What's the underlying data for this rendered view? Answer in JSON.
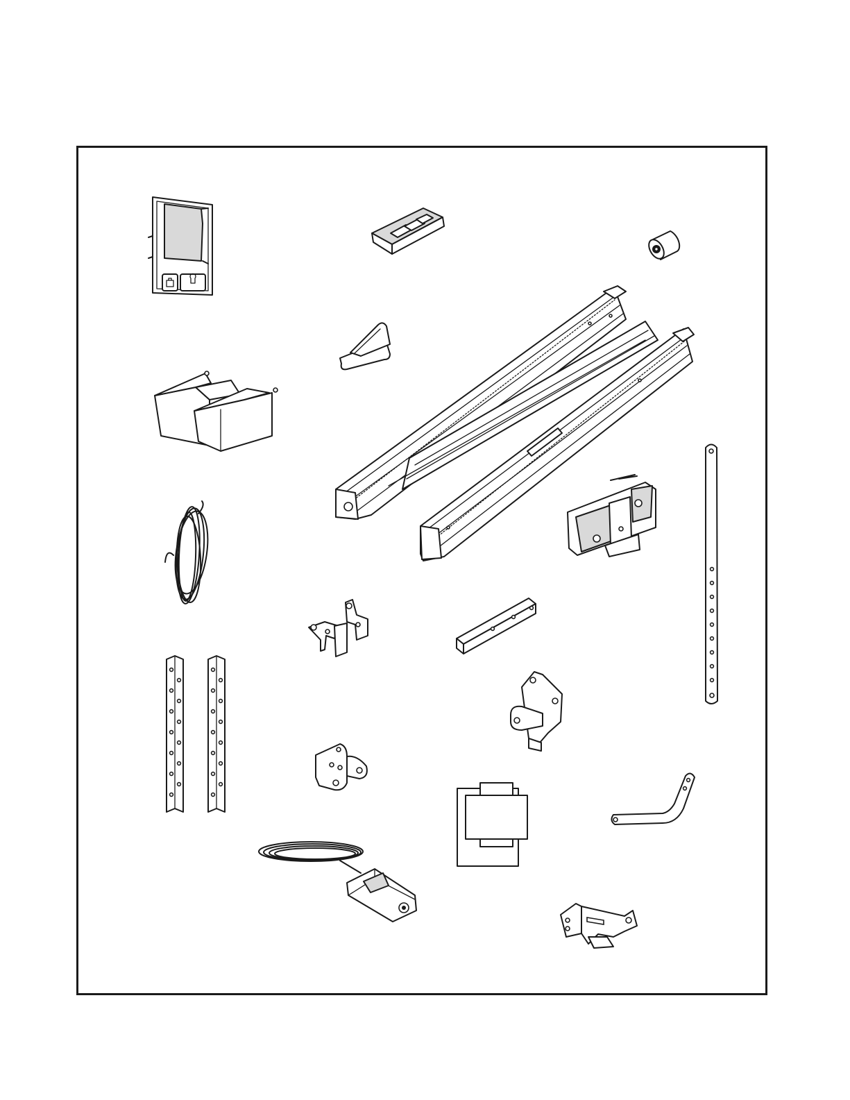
{
  "figure": {
    "type": "parts-inventory-illustration",
    "colors": {
      "line": "#1a1a1a",
      "background": "#ffffff",
      "shade": "#d9d9d9"
    },
    "parts": [
      {
        "id": "door-control-console",
        "icon": "wall-control-icon"
      },
      {
        "id": "remote-transmitter",
        "icon": "remote-icon"
      },
      {
        "id": "cylinder-coupler",
        "icon": "coupler-icon"
      },
      {
        "id": "visor-clip",
        "icon": "clip-icon"
      },
      {
        "id": "lens-covers",
        "icon": "light-lens-icon"
      },
      {
        "id": "rail-sections",
        "icon": "rail-icon"
      },
      {
        "id": "straight-door-arm",
        "icon": "straight-arm-icon"
      },
      {
        "id": "trolley",
        "icon": "trolley-icon"
      },
      {
        "id": "bell-wire-coil",
        "icon": "wire-coil-icon"
      },
      {
        "id": "header-bracket-pair",
        "icon": "bracket-pair-icon"
      },
      {
        "id": "short-channel",
        "icon": "channel-icon"
      },
      {
        "id": "hanging-brackets",
        "icon": "angle-bracket-icon"
      },
      {
        "id": "door-bracket",
        "icon": "door-bracket-icon"
      },
      {
        "id": "idler-bracket",
        "icon": "idler-bracket-icon"
      },
      {
        "id": "hardware-bag",
        "icon": "bag-icon"
      },
      {
        "id": "curved-door-arm",
        "icon": "curved-arm-icon"
      },
      {
        "id": "safety-sensor",
        "icon": "sensor-icon"
      },
      {
        "id": "sensor-bracket",
        "icon": "sensor-bracket-icon"
      }
    ]
  }
}
